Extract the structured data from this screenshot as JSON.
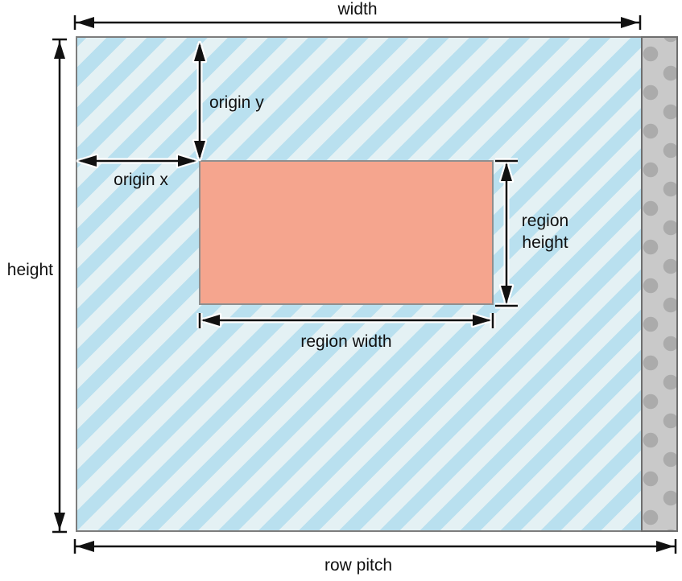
{
  "diagram": {
    "description": "Sensor readout region geometry diagram",
    "labels": {
      "width": "width",
      "height": "height",
      "row_pitch": "row pitch",
      "origin_x": "origin x",
      "origin_y": "origin y",
      "region_width": "region width",
      "region_height": "region height"
    },
    "colors": {
      "stripe_blue": "#b9e0ef",
      "stripe_light": "#e4f1f4",
      "region_fill": "#f5a58e",
      "region_border": "#8f8f8f",
      "board_border": "#7d7d7d",
      "padding_fill": "#c9c9c9",
      "padding_dot": "#ababab",
      "arrow": "#111111"
    }
  }
}
